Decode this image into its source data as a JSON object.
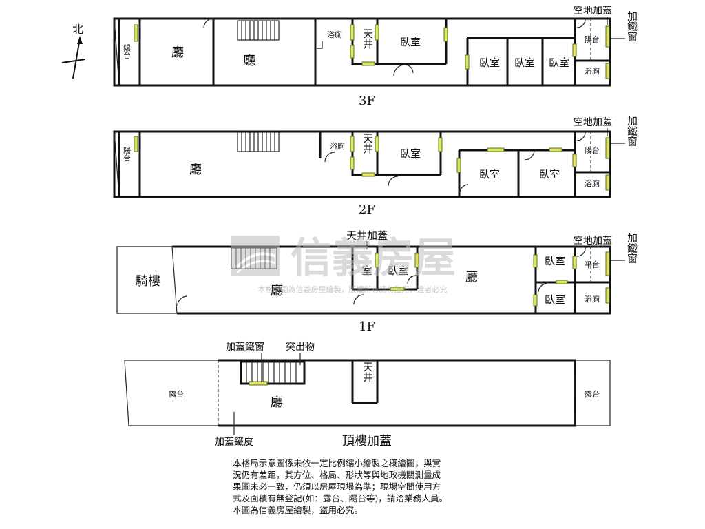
{
  "compass": {
    "label": "北"
  },
  "floors": {
    "f3": {
      "name": "3F",
      "rooms": {
        "balcony": "陽台",
        "hall_1": "廳",
        "hall_2": "廳",
        "bath_1": "浴廁",
        "light_well": "天井",
        "bed_1": "臥室",
        "bed_2": "臥室",
        "bed_3": "臥室",
        "bed_4": "臥室",
        "balcony_back": "陽台",
        "bath_2": "浴廁"
      },
      "annotations": {
        "vacant_roof": "空地加蓋",
        "iron_window": "加鐵窗"
      }
    },
    "f2": {
      "name": "2F",
      "rooms": {
        "balcony": "陽台",
        "hall": "廳",
        "bath_1": "浴廁",
        "light_well": "天井",
        "bed_1": "臥室",
        "bed_2": "臥室",
        "bed_3": "臥室",
        "balcony_back": "陽台",
        "bath_2": "浴廁"
      },
      "annotations": {
        "vacant_roof": "空地加蓋",
        "iron_window": "加鐵窗"
      }
    },
    "f1": {
      "name": "1F",
      "rooms": {
        "arcade": "騎樓",
        "hall_front": "廳",
        "room_a": "室",
        "bed_1": "臥室",
        "hall_back": "廳",
        "bed_2": "臥室",
        "bed_3": "臥室",
        "platform": "平台",
        "bath": "浴廁"
      },
      "annotations": {
        "well_roof": "天井加蓋",
        "vacant_roof": "空地加蓋",
        "iron_window": "加鐵窗"
      }
    },
    "roof": {
      "name": "頂樓加蓋",
      "rooms": {
        "terrace_front": "露台",
        "hall": "廳",
        "light_well": "天井",
        "terrace_back": "露台"
      },
      "annotations": {
        "iron_window": "加蓋鐵窗",
        "protrusion": "突出物",
        "iron_sheet": "加蓋鐵皮"
      }
    }
  },
  "watermark": {
    "brand": "信義房屋",
    "caption": "本格局圖為信義房屋繪製，版權所有請勿盜用，違者必究"
  },
  "disclaimer": [
    "本格局示意圖係未依一定比例縮小繪製之概繪圖，與實",
    "況仍有差距，其方位、格局、形狀等與地政機關測量成",
    "果圖未必一致，仍須以房屋現場為準；現場空間使用方",
    "式及面積有無登記(如：露台、陽台等)，請洽業務人員。",
    "本圖為信義房屋繪製，盜用必究。"
  ],
  "colors": {
    "wall": "#111111",
    "window_fill": "#e8e35a",
    "window_stroke": "#4a7a2a",
    "watermark": "#c6c6c6"
  }
}
